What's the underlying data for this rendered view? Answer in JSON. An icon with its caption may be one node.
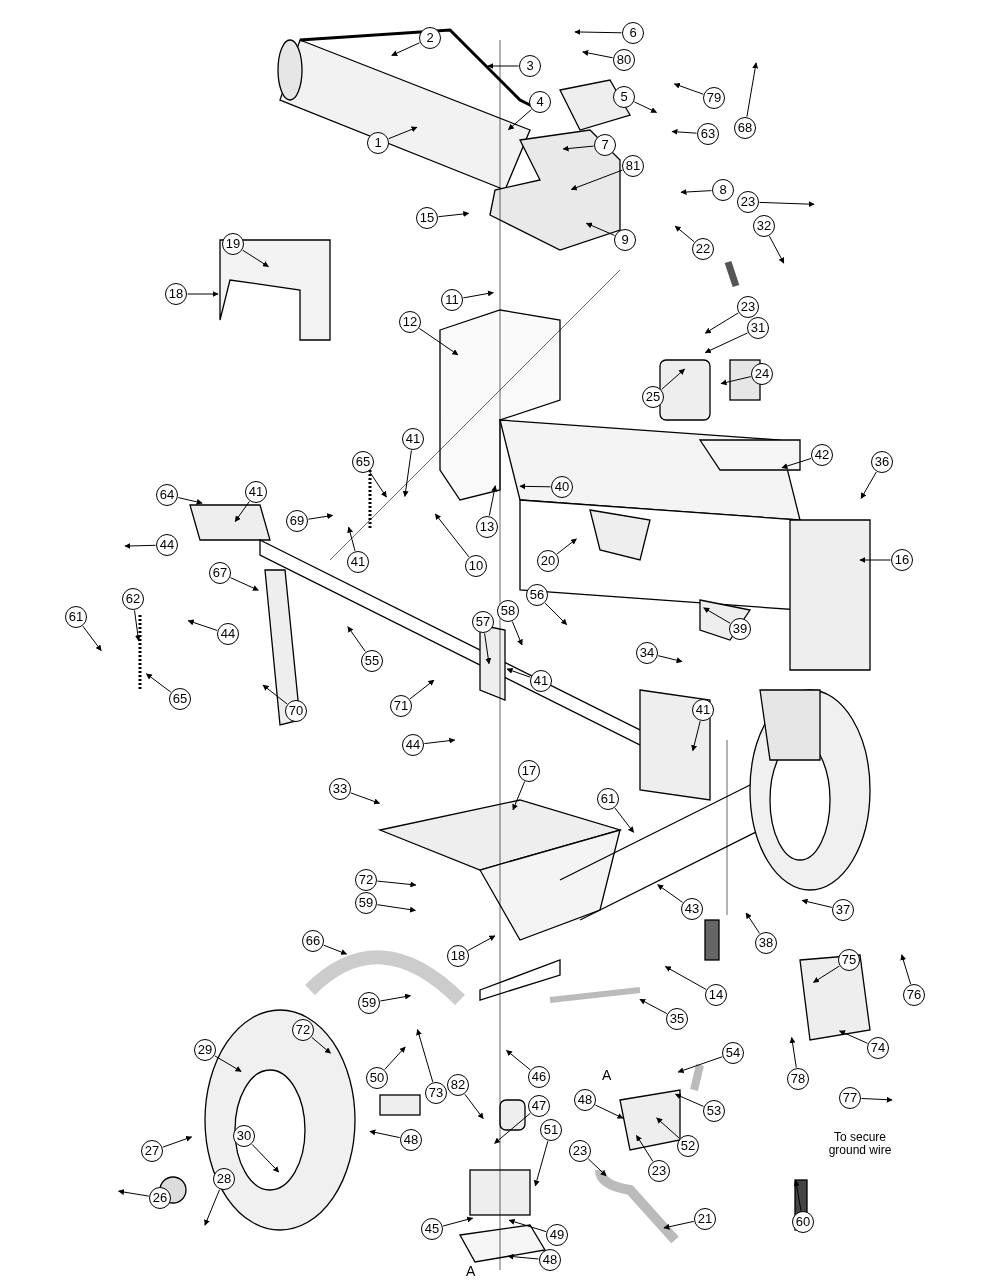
{
  "diagram": {
    "nodes": [
      {
        "text": [
          "1"
        ]
      },
      {
        "text": [
          "2"
        ]
      },
      {
        "text": [
          "3"
        ]
      },
      {
        "text": [
          "6"
        ]
      },
      {
        "text": [
          "80"
        ]
      },
      {
        "text": [
          "4"
        ]
      },
      {
        "text": [
          "5"
        ]
      },
      {
        "text": [
          "79"
        ]
      },
      {
        "text": [
          "63"
        ]
      },
      {
        "text": [
          "68"
        ]
      },
      {
        "text": [
          "7"
        ]
      },
      {
        "text": [
          "81"
        ]
      },
      {
        "text": [
          "8"
        ]
      },
      {
        "text": [
          "23"
        ]
      },
      {
        "text": [
          "15"
        ]
      },
      {
        "text": [
          "32"
        ]
      },
      {
        "text": [
          "9"
        ]
      },
      {
        "text": [
          "19"
        ]
      },
      {
        "text": [
          "22"
        ]
      },
      {
        "text": [
          "18"
        ]
      },
      {
        "text": [
          "11"
        ]
      },
      {
        "text": [
          "23"
        ]
      },
      {
        "text": [
          "12"
        ]
      },
      {
        "text": [
          "31"
        ]
      },
      {
        "text": [
          "24"
        ]
      },
      {
        "text": [
          "25"
        ]
      },
      {
        "text": [
          "41"
        ]
      },
      {
        "text": [
          "42"
        ]
      },
      {
        "text": [
          "36"
        ]
      },
      {
        "text": [
          "65"
        ]
      },
      {
        "text": [
          "40"
        ]
      },
      {
        "text": [
          "64"
        ]
      },
      {
        "text": [
          "41"
        ]
      },
      {
        "text": [
          "69"
        ]
      },
      {
        "text": [
          "13"
        ]
      },
      {
        "text": [
          "44"
        ]
      },
      {
        "text": [
          "41"
        ]
      },
      {
        "text": [
          "16"
        ]
      },
      {
        "text": [
          "20"
        ]
      },
      {
        "text": [
          "10"
        ]
      },
      {
        "text": [
          "67"
        ]
      },
      {
        "text": [
          "56"
        ]
      },
      {
        "text": [
          "62"
        ]
      },
      {
        "text": [
          "58"
        ]
      },
      {
        "text": [
          "61"
        ]
      },
      {
        "text": [
          "57"
        ]
      },
      {
        "text": [
          "39"
        ]
      },
      {
        "text": [
          "44"
        ]
      },
      {
        "text": [
          "34"
        ]
      },
      {
        "text": [
          "55"
        ]
      },
      {
        "text": [
          "41"
        ]
      },
      {
        "text": [
          "65"
        ]
      },
      {
        "text": [
          "71"
        ]
      },
      {
        "text": [
          "41"
        ]
      },
      {
        "text": [
          "70"
        ]
      },
      {
        "text": [
          "44"
        ]
      },
      {
        "text": [
          "17"
        ]
      },
      {
        "text": [
          "33"
        ]
      },
      {
        "text": [
          "61"
        ]
      },
      {
        "text": [
          "72"
        ]
      },
      {
        "text": [
          "59"
        ]
      },
      {
        "text": [
          "43"
        ]
      },
      {
        "text": [
          "37"
        ]
      },
      {
        "text": [
          "38"
        ]
      },
      {
        "text": [
          "66"
        ]
      },
      {
        "text": [
          "18"
        ]
      },
      {
        "text": [
          "75"
        ]
      },
      {
        "text": [
          "14"
        ]
      },
      {
        "text": [
          "76"
        ]
      },
      {
        "text": [
          "59"
        ]
      },
      {
        "text": [
          "35"
        ]
      },
      {
        "text": [
          "72"
        ]
      },
      {
        "text": [
          "29"
        ]
      },
      {
        "text": [
          "74"
        ]
      },
      {
        "text": [
          "54"
        ]
      },
      {
        "text": [
          "48"
        ]
      },
      {
        "text": [
          "53"
        ]
      },
      {
        "text": [
          "78"
        ]
      },
      {
        "text": [
          "46"
        ]
      },
      {
        "text": [
          "50"
        ]
      },
      {
        "text": [
          "82"
        ]
      },
      {
        "text": [
          "77"
        ]
      },
      {
        "text": [
          "73"
        ]
      },
      {
        "text": [
          "47"
        ]
      },
      {
        "text": [
          "30"
        ]
      },
      {
        "text": [
          "51"
        ]
      },
      {
        "text": [
          "48"
        ]
      },
      {
        "text": [
          "52"
        ]
      },
      {
        "text": [
          "27"
        ]
      },
      {
        "text": [
          "23"
        ]
      },
      {
        "text": [
          "23"
        ]
      },
      {
        "text": [
          "28"
        ]
      },
      {
        "text": [
          "26"
        ]
      },
      {
        "text": [
          "21"
        ]
      },
      {
        "text": [
          "60"
        ]
      },
      {
        "text": [
          "45"
        ]
      },
      {
        "text": [
          "49"
        ]
      },
      {
        "text": [
          "48"
        ]
      }
    ],
    "edges": [
      {
        "from": 0,
        "to": null,
        "arrow": "to"
      },
      {
        "from": 1,
        "to": null,
        "arrow": "to"
      },
      {
        "from": 2,
        "to": null,
        "arrow": "to"
      },
      {
        "from": 3,
        "to": null,
        "arrow": "to"
      },
      {
        "from": 4,
        "to": null,
        "arrow": "to"
      },
      {
        "from": 5,
        "to": null,
        "arrow": "to"
      },
      {
        "from": 6,
        "to": null,
        "arrow": "to"
      },
      {
        "from": 7,
        "to": null,
        "arrow": "to"
      },
      {
        "from": 8,
        "to": null,
        "arrow": "to"
      },
      {
        "from": 9,
        "to": null,
        "arrow": "to"
      },
      {
        "from": 10,
        "to": null,
        "arrow": "to"
      },
      {
        "from": 11,
        "to": null,
        "arrow": "to"
      },
      {
        "from": 12,
        "to": null,
        "arrow": "to"
      },
      {
        "from": 13,
        "to": null,
        "arrow": "to"
      },
      {
        "from": 14,
        "to": null,
        "arrow": "to"
      },
      {
        "from": 15,
        "to": null,
        "arrow": "to"
      },
      {
        "from": 16,
        "to": null,
        "arrow": "to"
      },
      {
        "from": 17,
        "to": null,
        "arrow": "to"
      },
      {
        "from": 18,
        "to": null,
        "arrow": "to"
      },
      {
        "from": 19,
        "to": null,
        "arrow": "to"
      },
      {
        "from": 20,
        "to": null,
        "arrow": "to"
      },
      {
        "from": 21,
        "to": null,
        "arrow": "to"
      },
      {
        "from": 22,
        "to": null,
        "arrow": "to"
      },
      {
        "from": 23,
        "to": null,
        "arrow": "to"
      },
      {
        "from": 24,
        "to": null,
        "arrow": "to"
      },
      {
        "from": 25,
        "to": null,
        "arrow": "to"
      },
      {
        "from": 26,
        "to": null,
        "arrow": "to"
      },
      {
        "from": 27,
        "to": null,
        "arrow": "to"
      },
      {
        "from": 28,
        "to": null,
        "arrow": "to"
      },
      {
        "from": 29,
        "to": null,
        "arrow": "to"
      },
      {
        "from": 30,
        "to": null,
        "arrow": "to"
      },
      {
        "from": 31,
        "to": null,
        "arrow": "to"
      },
      {
        "from": 32,
        "to": null,
        "arrow": "to"
      },
      {
        "from": 33,
        "to": null,
        "arrow": "to"
      },
      {
        "from": 34,
        "to": null,
        "arrow": "to"
      },
      {
        "from": 35,
        "to": null,
        "arrow": "to"
      },
      {
        "from": 36,
        "to": null,
        "arrow": "to"
      },
      {
        "from": 37,
        "to": null,
        "arrow": "to"
      },
      {
        "from": 38,
        "to": null,
        "arrow": "to"
      },
      {
        "from": 39,
        "to": null,
        "arrow": "to"
      },
      {
        "from": 40,
        "to": null,
        "arrow": "to"
      },
      {
        "from": 41,
        "to": null,
        "arrow": "to"
      },
      {
        "from": 42,
        "to": null,
        "arrow": "to"
      },
      {
        "from": 43,
        "to": null,
        "arrow": "to"
      },
      {
        "from": 44,
        "to": null,
        "arrow": "to"
      },
      {
        "from": 45,
        "to": null,
        "arrow": "to"
      },
      {
        "from": 46,
        "to": null,
        "arrow": "to"
      },
      {
        "from": 47,
        "to": null,
        "arrow": "to"
      },
      {
        "from": 48,
        "to": null,
        "arrow": "to"
      },
      {
        "from": 49,
        "to": null,
        "arrow": "to"
      },
      {
        "from": 50,
        "to": null,
        "arrow": "to"
      },
      {
        "from": 51,
        "to": null,
        "arrow": "to"
      },
      {
        "from": 52,
        "to": null,
        "arrow": "to"
      },
      {
        "from": 53,
        "to": null,
        "arrow": "to"
      },
      {
        "from": 54,
        "to": null,
        "arrow": "to"
      },
      {
        "from": 55,
        "to": null,
        "arrow": "to"
      },
      {
        "from": 56,
        "to": null,
        "arrow": "to"
      },
      {
        "from": 57,
        "to": null,
        "arrow": "to"
      },
      {
        "from": 58,
        "to": null,
        "arrow": "to"
      },
      {
        "from": 59,
        "to": null,
        "arrow": "to"
      },
      {
        "from": 60,
        "to": null,
        "arrow": "to"
      },
      {
        "from": 61,
        "to": null,
        "arrow": "to"
      },
      {
        "from": 62,
        "to": null,
        "arrow": "to"
      },
      {
        "from": 63,
        "to": null,
        "arrow": "to"
      },
      {
        "from": 64,
        "to": null,
        "arrow": "to"
      },
      {
        "from": 65,
        "to": null,
        "arrow": "to"
      },
      {
        "from": 66,
        "to": null,
        "arrow": "to"
      },
      {
        "from": 67,
        "to": null,
        "arrow": "to"
      },
      {
        "from": 68,
        "to": null,
        "arrow": "to"
      },
      {
        "from": 69,
        "to": null,
        "arrow": "to"
      },
      {
        "from": 70,
        "to": null,
        "arrow": "to"
      },
      {
        "from": 71,
        "to": null,
        "arrow": "to"
      },
      {
        "from": 72,
        "to": null,
        "arrow": "to"
      },
      {
        "from": 73,
        "to": null,
        "arrow": "to"
      },
      {
        "from": 74,
        "to": null,
        "arrow": "to"
      },
      {
        "from": 75,
        "to": null,
        "arrow": "to"
      },
      {
        "from": 76,
        "to": null,
        "arrow": "to"
      },
      {
        "from": 77,
        "to": null,
        "arrow": "to"
      },
      {
        "from": 78,
        "to": null,
        "arrow": "to"
      },
      {
        "from": 79,
        "to": null,
        "arrow": "to"
      },
      {
        "from": 80,
        "to": null,
        "arrow": "to"
      },
      {
        "from": 81,
        "to": null,
        "arrow": "to"
      },
      {
        "from": 82,
        "to": null,
        "arrow": "to"
      },
      {
        "from": 83,
        "to": null,
        "arrow": "to"
      },
      {
        "from": 84,
        "to": null,
        "arrow": "to"
      },
      {
        "from": 85,
        "to": null,
        "arrow": "to"
      },
      {
        "from": 86,
        "to": null,
        "arrow": "to"
      },
      {
        "from": 87,
        "to": null,
        "arrow": "to"
      },
      {
        "from": 88,
        "to": null,
        "arrow": "to"
      },
      {
        "from": 89,
        "to": null,
        "arrow": "to"
      },
      {
        "from": 90,
        "to": null,
        "arrow": "to"
      },
      {
        "from": 91,
        "to": null,
        "arrow": "to"
      },
      {
        "from": 92,
        "to": null,
        "arrow": "to"
      },
      {
        "from": 93,
        "to": null,
        "arrow": "to"
      },
      {
        "from": 94,
        "to": null,
        "arrow": "to"
      },
      {
        "from": 95,
        "to": null,
        "arrow": "to"
      },
      {
        "from": 96,
        "to": null,
        "arrow": "to"
      },
      {
        "from": 97,
        "to": null,
        "arrow": "to"
      }
    ],
    "labels": [
      "A",
      "To secure ground wire",
      "A"
    ]
  }
}
